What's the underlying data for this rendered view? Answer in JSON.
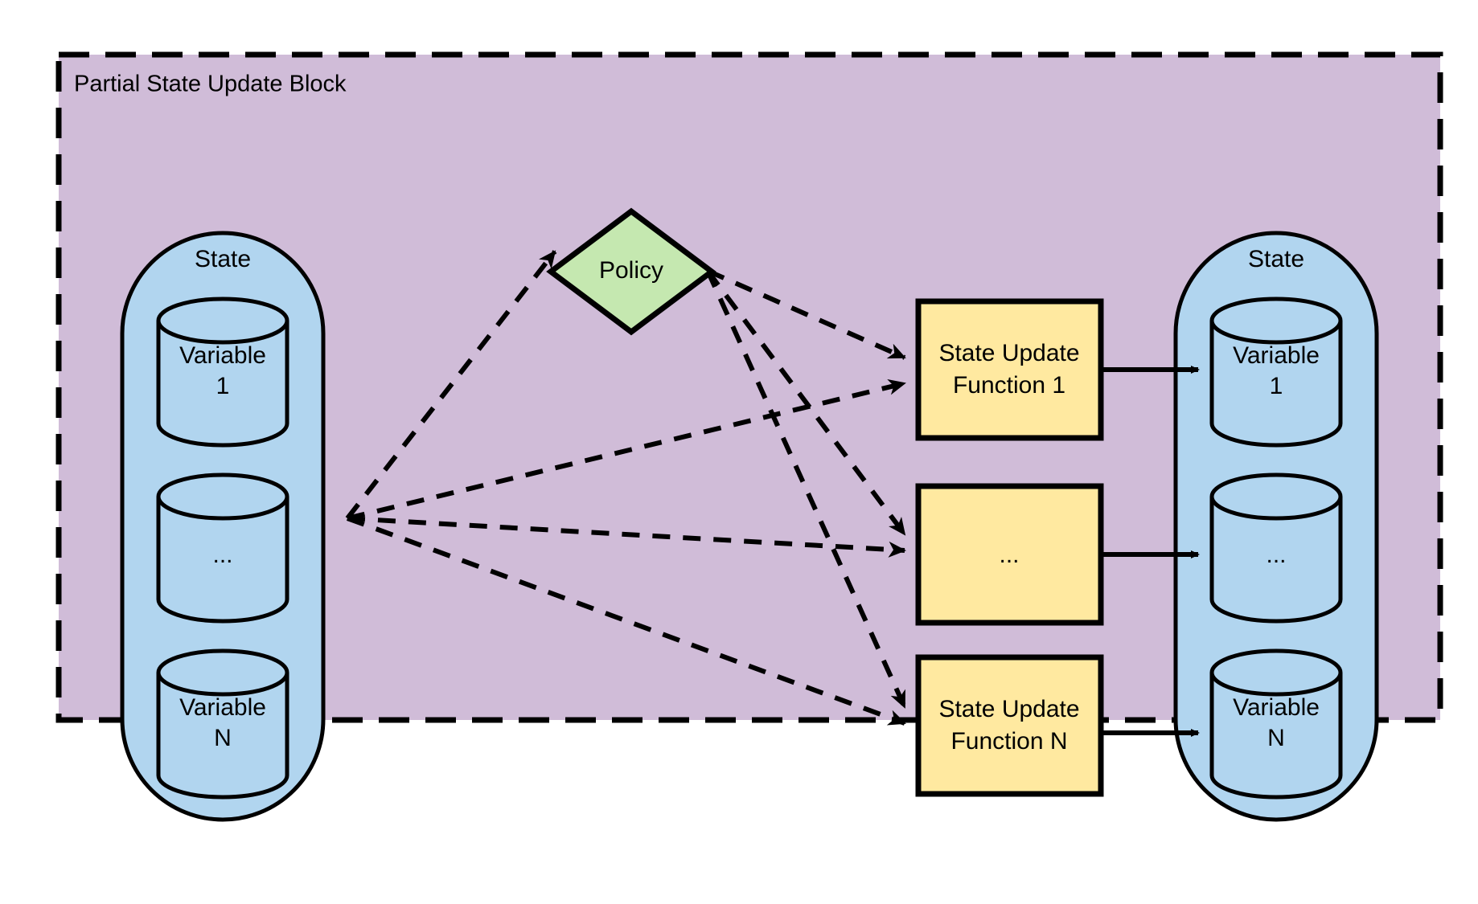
{
  "diagram": {
    "title": "Partial State Update Block",
    "colors": {
      "block_fill": "#d0bcd8",
      "block_border": "#000000",
      "state_fill": "#b1d5ef",
      "cylinder_fill": "#b1d5ef",
      "policy_fill": "#c5e8b0",
      "function_fill": "#ffe9a0",
      "stroke": "#000000",
      "page_background": "#ffffff"
    },
    "input_state": {
      "label": "State",
      "variables": [
        {
          "label_line1": "Variable",
          "label_line2": "1"
        },
        {
          "label_line1": "...",
          "label_line2": ""
        },
        {
          "label_line1": "Variable",
          "label_line2": "N"
        }
      ]
    },
    "policy": {
      "label": "Policy"
    },
    "update_functions": [
      {
        "label_line1": "State Update",
        "label_line2": "Function 1"
      },
      {
        "label_line1": "...",
        "label_line2": ""
      },
      {
        "label_line1": "State Update",
        "label_line2": "Function N"
      }
    ],
    "output_state": {
      "label": "State",
      "variables": [
        {
          "label_line1": "Variable",
          "label_line2": "1"
        },
        {
          "label_line1": "...",
          "label_line2": ""
        },
        {
          "label_line1": "Variable",
          "label_line2": "N"
        }
      ]
    },
    "edges": {
      "state_to_policy_style": "dashed",
      "state_to_function_style": "dashed",
      "policy_to_function_style": "dashed",
      "function_to_variable_style": "solid"
    }
  }
}
